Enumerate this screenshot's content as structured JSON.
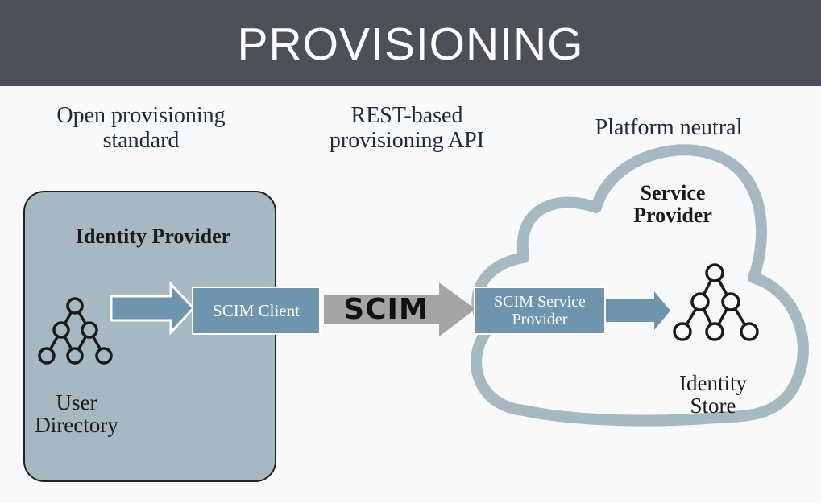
{
  "header": {
    "title": "PROVISIONING"
  },
  "captions": {
    "open_standard": [
      "Open provisioning",
      "standard"
    ],
    "rest_api": [
      "REST-based",
      "provisioning API"
    ],
    "platform": "Platform neutral"
  },
  "identity_provider": {
    "title": "Identity Provider",
    "client_label": "SCIM Client",
    "directory_label": [
      "User",
      "Directory"
    ],
    "directory_icon": "hierarchy-icon"
  },
  "transport": {
    "logo_text": "SCIM",
    "arrow_icon": "large-arrow-right-icon"
  },
  "service_provider": {
    "title": [
      "Service",
      "Provider"
    ],
    "sp_label": [
      "SCIM Service",
      "Provider"
    ],
    "store_label": [
      "Identity",
      "Store"
    ],
    "store_icon": "hierarchy-icon",
    "container_icon": "cloud-icon"
  },
  "colors": {
    "header_bg": "#4d5056",
    "idp_box": "#a6b9c2",
    "blue_box": "#6e95ad",
    "cloud_outline": "#a6b9c2",
    "arrow_gray": "#a4a4a4"
  }
}
